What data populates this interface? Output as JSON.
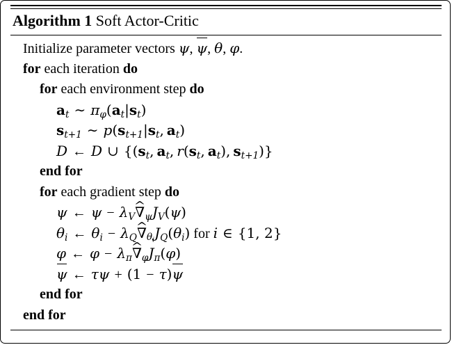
{
  "figure": {
    "kind": "algorithm-pseudocode-block",
    "number": "1",
    "header": {
      "label": "Algorithm 1",
      "label_keyword": "Algorithm",
      "label_number": "1",
      "name": "Soft Actor-Critic",
      "full": "Algorithm 1 Soft Actor-Critic"
    },
    "rules": {
      "top": "double",
      "middle": "single",
      "bottom": "single"
    },
    "keywords": [
      "for",
      "do",
      "end for"
    ],
    "lines": [
      {
        "id": "line-1",
        "indent": 0,
        "text": "Initialize parameter vectors ψ, ψ̄, θ, φ."
      },
      {
        "id": "line-2",
        "indent": 0,
        "text": "for each iteration do"
      },
      {
        "id": "line-3",
        "indent": 1,
        "text": "for each environment step do"
      },
      {
        "id": "line-4",
        "indent": 2,
        "text": "a_t ∼ π_φ(a_t|s_t)"
      },
      {
        "id": "line-5",
        "indent": 2,
        "text": "s_{t+1} ∼ p(s_{t+1}|s_t, a_t)"
      },
      {
        "id": "line-6",
        "indent": 2,
        "text": "D ← D ∪ {(s_t, a_t, r(s_t, a_t), s_{t+1})}"
      },
      {
        "id": "line-7",
        "indent": 1,
        "text": "end for"
      },
      {
        "id": "line-8",
        "indent": 1,
        "text": "for each gradient step do"
      },
      {
        "id": "line-9",
        "indent": 2,
        "text": "ψ ← ψ − λ_V ∇̂_ψ J_V(ψ)"
      },
      {
        "id": "line-10",
        "indent": 2,
        "text": "θ_i ← θ_i − λ_Q ∇̂_{θ_i} J_Q(θ_i) for i ∈ {1, 2}"
      },
      {
        "id": "line-11",
        "indent": 2,
        "text": "φ ← φ − λ_π ∇̂_φ J_π(φ)"
      },
      {
        "id": "line-12",
        "indent": 2,
        "text": "ψ̄ ← τψ + (1 − τ)ψ̄"
      },
      {
        "id": "line-13",
        "indent": 1,
        "text": "end for"
      },
      {
        "id": "line-14",
        "indent": 0,
        "text": "end for"
      }
    ],
    "tokens": {
      "initialize": "Initialize parameter vectors",
      "psi": "ψ",
      "theta": "θ",
      "phi": "φ",
      "tau": "τ",
      "pi": "π",
      "lambda": "λ",
      "nabla": "∇",
      "sim": "∼",
      "gets": "←",
      "cup": "∪",
      "in": "∈",
      "minus": "−",
      "plus": "+",
      "period": ".",
      "comma": ",",
      "for": "for",
      "do": "do",
      "end_for": "end for",
      "each_iteration": "each iteration",
      "each_environment_step": "each environment step",
      "each_gradient_step": "each gradient step",
      "D": "D",
      "p": "p",
      "r": "r",
      "J": "J",
      "a": "a",
      "s": "s",
      "t": "t",
      "t_plus_1": "t+1",
      "i": "i",
      "V": "V",
      "Q": "Q",
      "one": "1",
      "two": "2",
      "set_1_2": "{1, 2}"
    },
    "colors": {
      "text": "#000000",
      "rule": "#000000",
      "background": "#ffffff",
      "border": "#000000"
    }
  }
}
